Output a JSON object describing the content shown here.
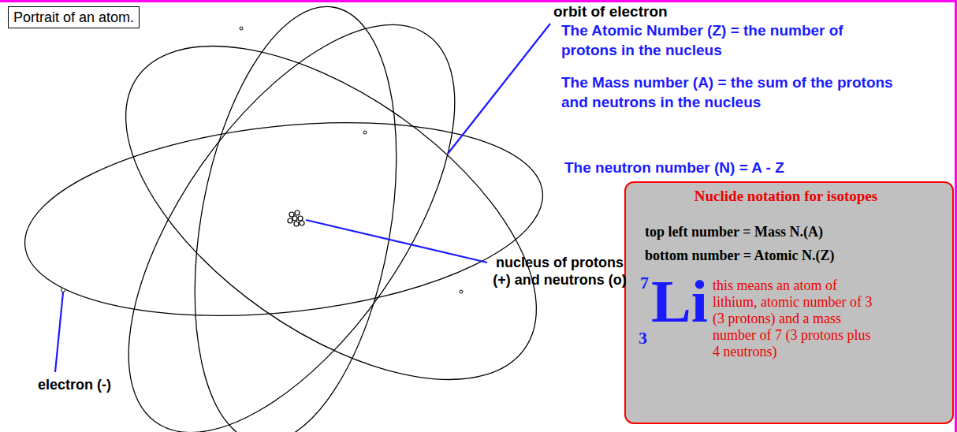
{
  "diagram": {
    "nodes": [
      {
        "text": [
          "Portrait of an atom."
        ]
      },
      {
        "text": [
          "Nuclide notation for isotopes",
          "top left number = Mass N.(A)",
          "bottom number = Atomic N.(Z)",
          "7",
          "Li",
          "3",
          "this means an atom of lithium, atomic number of 3 (3 protons) and a mass number of 7 (3 protons plus 4 neutrons)"
        ]
      }
    ],
    "labels": [
      "orbit of electron",
      "The Atomic Number (Z) = the number of protons in the nucleus",
      "The Mass number (A) = the sum of the protons and neutrons in the nucleus",
      "The neutron number (N) = A - Z",
      "nucleus of protons (+) and neutrons (o)",
      "electron (-)"
    ]
  }
}
